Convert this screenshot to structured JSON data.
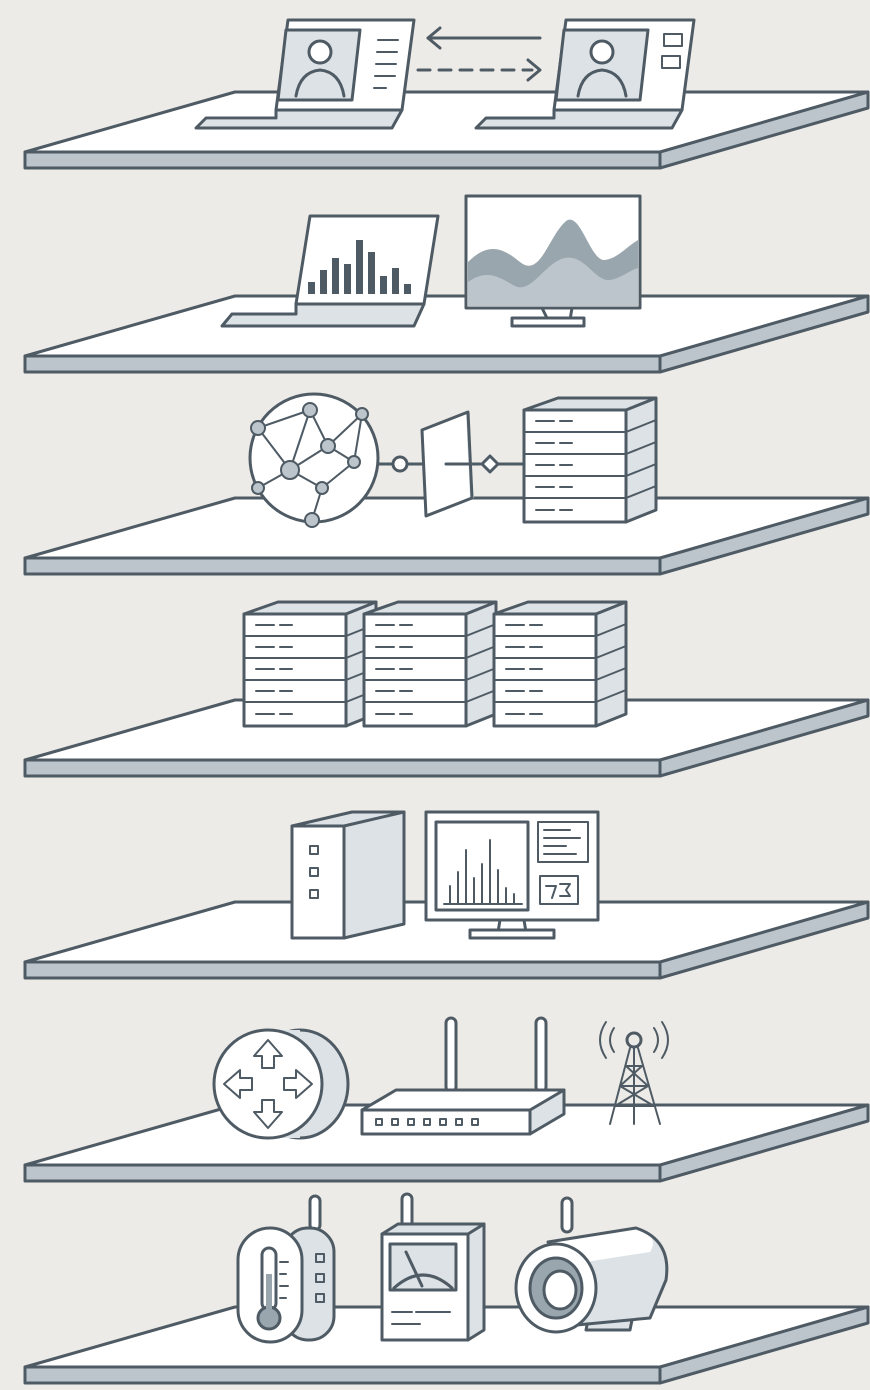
{
  "diagram": {
    "type": "stacked-layers-illustration",
    "layers": [
      {
        "name": "layer-1",
        "icons": [
          "laptop-profile-icon",
          "arrow-left-icon",
          "dashed-arrow-right-icon",
          "laptop-profile-icon"
        ]
      },
      {
        "name": "layer-2",
        "icons": [
          "laptop-bar-chart-icon",
          "monitor-area-chart-icon"
        ]
      },
      {
        "name": "layer-3",
        "icons": [
          "network-globe-icon",
          "gateway-panel-icon",
          "server-rack-icon"
        ]
      },
      {
        "name": "layer-4",
        "icons": [
          "server-rack-icon",
          "server-rack-icon",
          "server-rack-icon"
        ]
      },
      {
        "name": "layer-5",
        "icons": [
          "computer-tower-icon",
          "monitor-dashboard-icon"
        ]
      },
      {
        "name": "layer-6",
        "icons": [
          "router-icon",
          "wifi-router-icon",
          "cell-tower-icon"
        ]
      },
      {
        "name": "layer-7",
        "icons": [
          "thermometer-sensor-icon",
          "gauge-meter-icon",
          "security-camera-icon"
        ]
      }
    ],
    "colors": {
      "background": "#edebe8",
      "line": "#4f5b64",
      "fill_white": "#ffffff",
      "fill_light": "#dce2e6",
      "fill_mid": "#bcc5cc"
    }
  }
}
